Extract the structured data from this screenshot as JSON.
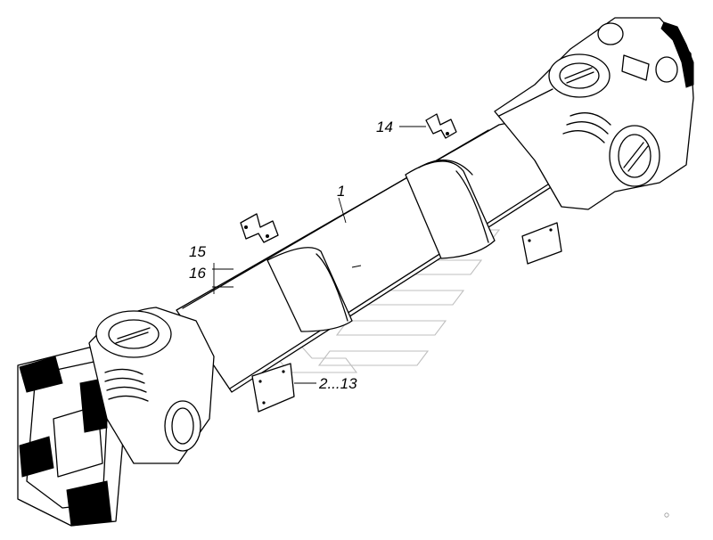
{
  "callouts": {
    "c1": "1",
    "c2": "2...13",
    "c14": "14",
    "c15": "15",
    "c16": "16"
  }
}
